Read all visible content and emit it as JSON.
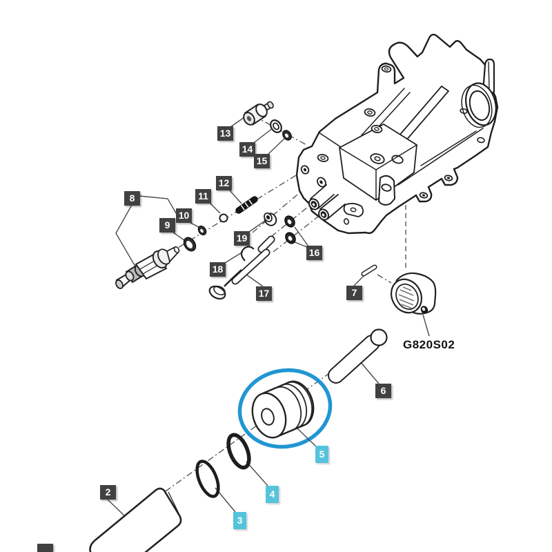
{
  "part_code": "G820S02",
  "labels": {
    "l1": "",
    "l2": "2",
    "l3": "3",
    "l4": "4",
    "l5": "5",
    "l6": "6",
    "l7": "7",
    "l8": "8",
    "l9": "9",
    "l10": "10",
    "l11": "11",
    "l12": "12",
    "l13": "13",
    "l14": "14",
    "l15": "15",
    "l16": "16",
    "l17": "17",
    "l18": "18",
    "l19": "19"
  },
  "colors": {
    "background": "#ffffff",
    "line": "#222222",
    "label_dark_bg": "#414141",
    "label_cyan_bg": "#55c3dc",
    "label_text": "#ffffff",
    "highlight_circle": "#2196d3",
    "part_code_text": "#111111"
  }
}
